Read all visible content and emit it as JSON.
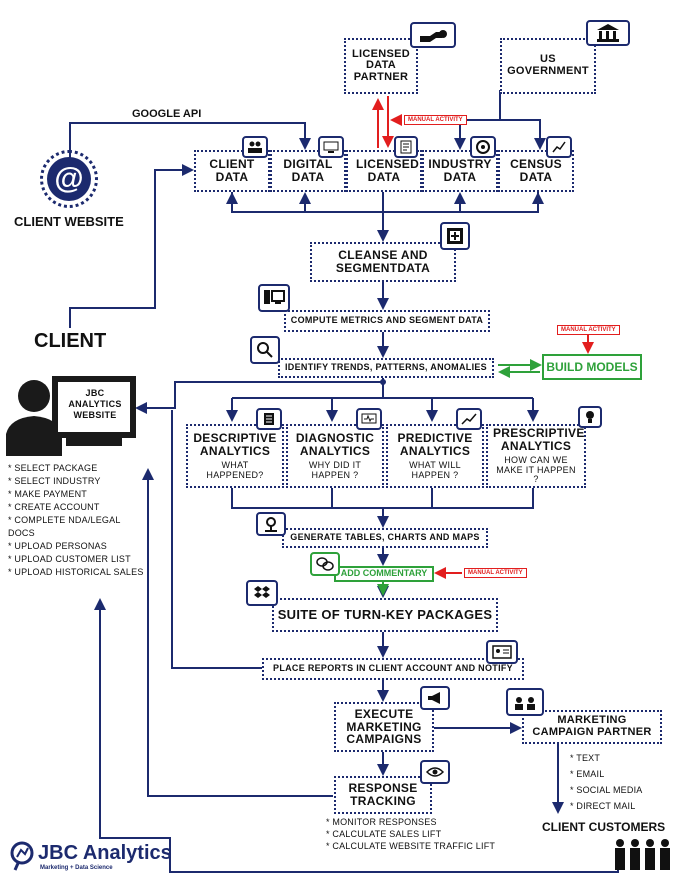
{
  "licensed_partner": "LICENSED DATA PARTNER",
  "us_government": "US GOVERNMENT",
  "manual_activity": "MANUAL ACTIVITY",
  "google_api": "GOOGLE API",
  "client_website": "CLIENT WEBSITE",
  "sources": [
    {
      "label": "CLIENT DATA"
    },
    {
      "label": "DIGITAL DATA"
    },
    {
      "label": "LICENSED DATA"
    },
    {
      "label": "INDUSTRY DATA"
    },
    {
      "label": "CENSUS DATA"
    }
  ],
  "cleanse": "CLEANSE AND SEGMENTDATA",
  "compute": "COMPUTE METRICS AND SEGMENT DATA",
  "identify": "IDENTIFY TRENDS, PATTERNS, ANOMALIES",
  "build_models": "BUILD MODELS",
  "client": "CLIENT",
  "jbc_website": "JBC ANALYTICS WEBSITE",
  "client_steps": [
    "SELECT PACKAGE",
    "SELECT INDUSTRY",
    "MAKE PAYMENT",
    "CREATE ACCOUNT",
    "COMPLETE NDA/LEGAL DOCS",
    "UPLOAD PERSONAS",
    "UPLOAD CUSTOMER LIST",
    "UPLOAD HISTORICAL SALES"
  ],
  "analytics": [
    {
      "title": "DESCRIPTIVE ANALYTICS",
      "question": "WHAT HAPPENED?"
    },
    {
      "title": "DIAGNOSTIC ANALYTICS",
      "question": "WHY DID IT HAPPEN ?"
    },
    {
      "title": "PREDICTIVE ANALYTICS",
      "question": "WHAT WILL HAPPEN ?"
    },
    {
      "title": "PRESCRIPTIVE ANALYTICS",
      "question": "HOW CAN WE MAKE IT HAPPEN ?"
    }
  ],
  "generate": "GENERATE TABLES, CHARTS AND MAPS",
  "commentary": "ADD COMMENTARY",
  "suite": "SUITE OF TURN-KEY PACKAGES",
  "place_reports": "PLACE REPORTS IN CLIENT ACCOUNT AND NOTIFY",
  "execute": "EXECUTE MARKETING CAMPAIGNS",
  "mkt_partner": "MARKETING CAMPAIGN PARTNER",
  "channels": [
    "TEXT",
    "EMAIL",
    "SOCIAL MEDIA",
    "DIRECT MAIL"
  ],
  "response": "RESPONSE TRACKING",
  "tracking": [
    "MONITOR RESPONSES",
    "CALCULATE SALES LIFT",
    "CALCULATE WEBSITE TRAFFIC LIFT"
  ],
  "client_customers": "CLIENT CUSTOMERS",
  "logo": {
    "name": "JBC Analytics",
    "tagline": "Marketing + Data Science"
  },
  "colors": {
    "navy": "#1c2a6e",
    "green": "#2ea13a",
    "red": "#e21e1e"
  }
}
